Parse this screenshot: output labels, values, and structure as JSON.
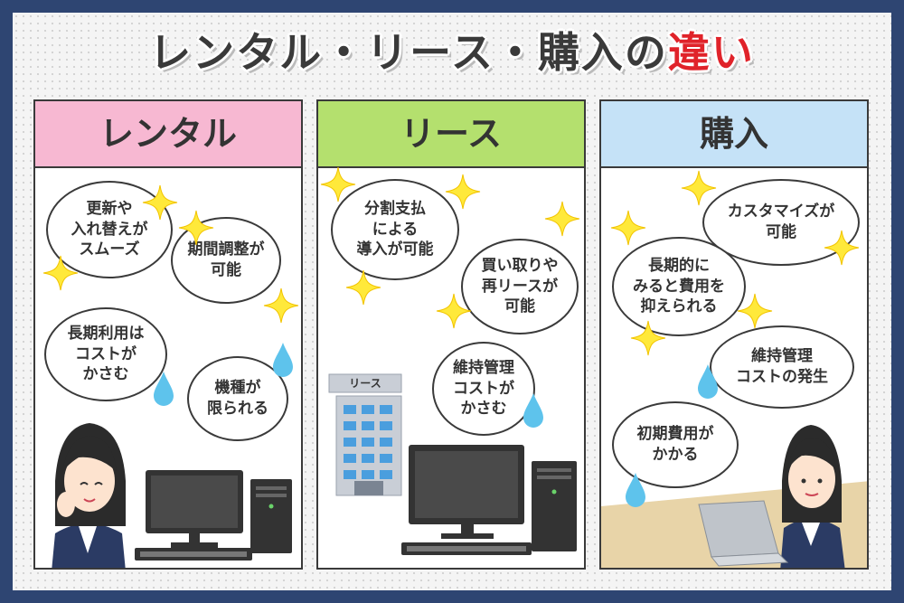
{
  "title": {
    "main": "レンタル・リース・購入の",
    "accent": "違い"
  },
  "colors": {
    "frame": "#2e4572",
    "rental_head": "#f7b8d2",
    "lease_head": "#b4e06e",
    "purchase_head": "#c5e2f7",
    "accent": "#e0232a",
    "star": "#ffe93a",
    "drop": "#5ec3ec"
  },
  "panels": [
    {
      "heading": "レンタル",
      "bubbles": [
        "更新や\n入れ替えが\nスムーズ",
        "期間調整が\n可能",
        "長期利用は\nコストが\nかさむ",
        "機種が\n限られる"
      ]
    },
    {
      "heading": "リース",
      "bubbles": [
        "分割支払\nによる\n導入が可能",
        "買い取りや\n再リースが\n可能",
        "維持管理\nコストが\nかさむ"
      ],
      "building_sign": "リース"
    },
    {
      "heading": "購入",
      "bubbles": [
        "カスタマイズが\n可能",
        "長期的に\nみると費用を\n抑えられる",
        "維持管理\nコストの発生",
        "初期費用が\nかかる"
      ]
    }
  ]
}
